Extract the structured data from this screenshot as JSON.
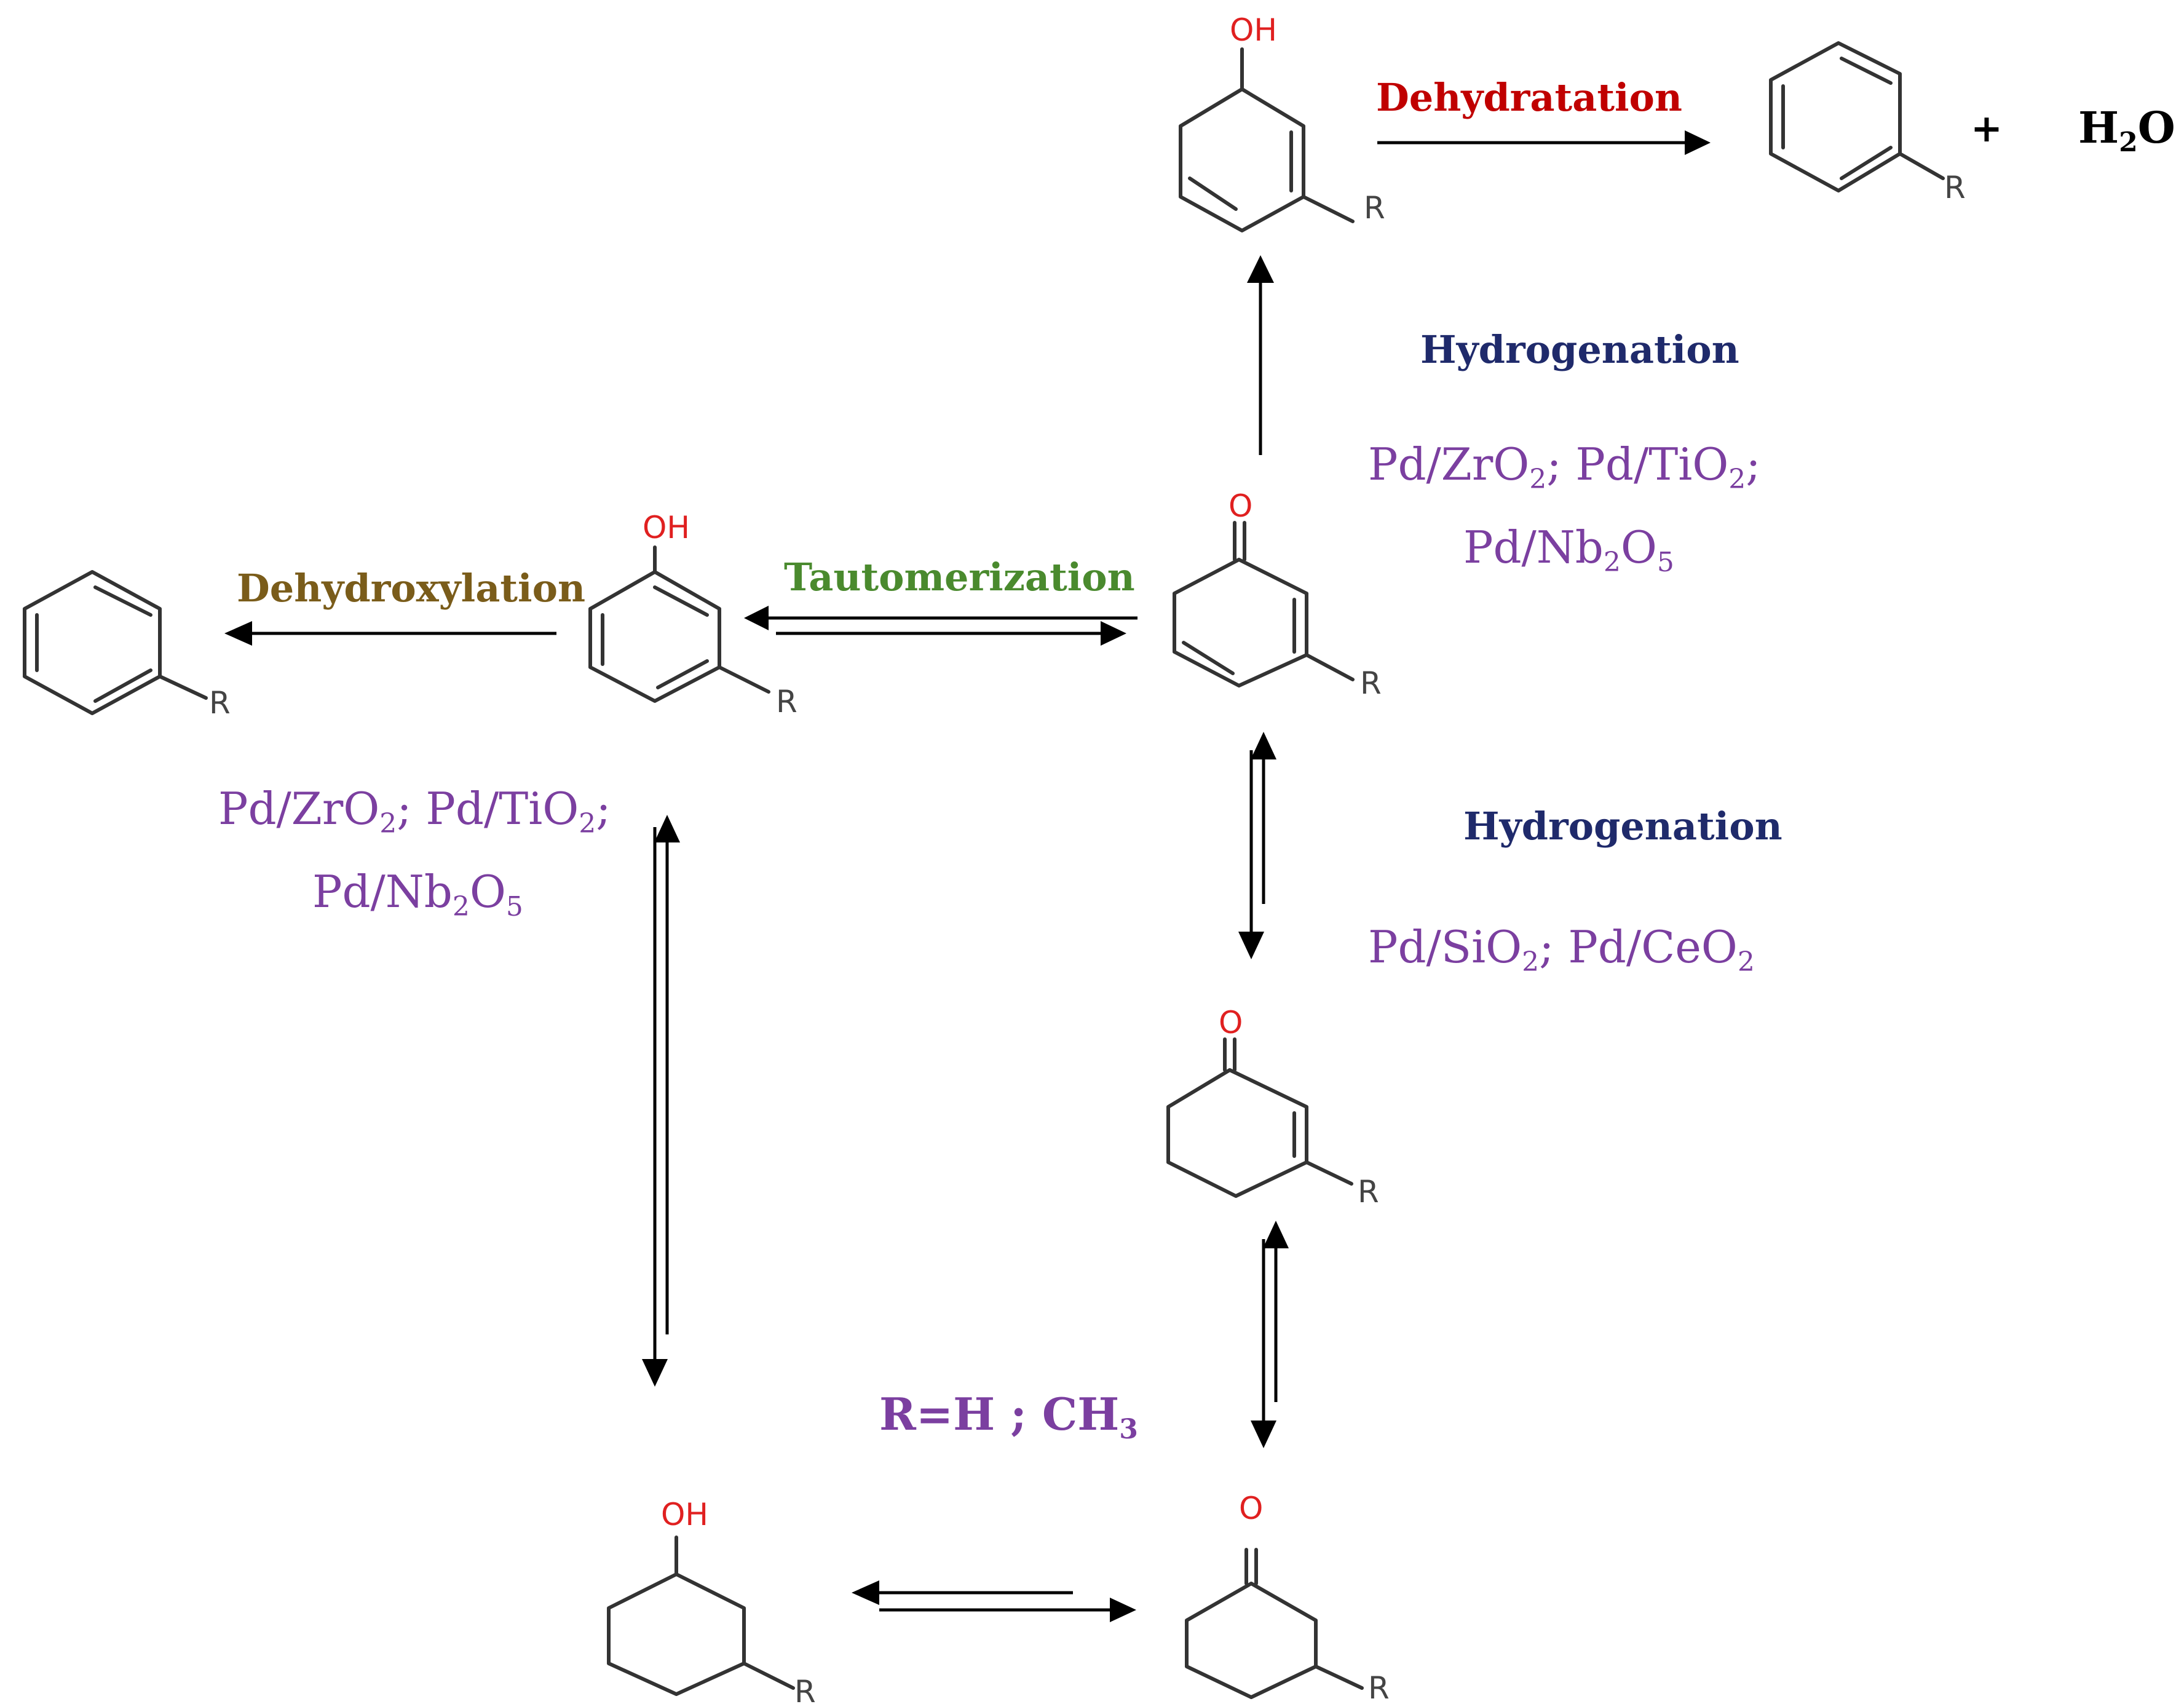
{
  "colors": {
    "bond": "#333333",
    "arrow": "#000000",
    "oxygen": "#e02020",
    "r_group": "#444444",
    "dehydratation": "#c00000",
    "hydrogenation": "#1f2a6b",
    "dehydroxylation": "#7a5c1a",
    "tautomerization": "#4a8a2e",
    "catalyst": "#7b3fa0"
  },
  "atoms": {
    "oh": "OH",
    "o": "O",
    "r": "R"
  },
  "labels": {
    "dehydratation": "Dehydratation",
    "hydrogenation_top": "Hydrogenation",
    "hydrogenation_mid": "Hydrogenation",
    "dehydroxylation": "Dehydroxylation",
    "tautomerization": "Tautomerization"
  },
  "catalysts": {
    "top_line1": {
      "p1": "Pd/ZrO",
      "s1": "2",
      "p2": "; Pd/TiO",
      "s2": "2",
      "p3": ";"
    },
    "top_line2": {
      "p1": "Pd/Nb",
      "s1": "2",
      "p2": "O",
      "s2": "5"
    },
    "left_line1": {
      "p1": "Pd/ZrO",
      "s1": "2",
      "p2": "; Pd/TiO",
      "s2": "2",
      "p3": ";"
    },
    "left_line2": {
      "p1": "Pd/Nb",
      "s1": "2",
      "p2": "O",
      "s2": "5"
    },
    "mid": {
      "p1": "Pd/SiO",
      "s1": "2",
      "p2": "; Pd/CeO",
      "s2": "2"
    }
  },
  "products": {
    "plus": "+",
    "water": {
      "p1": "H",
      "s1": "2",
      "p2": "O"
    }
  },
  "r_definition": {
    "p1": "R=H ; CH",
    "s1": "3"
  }
}
